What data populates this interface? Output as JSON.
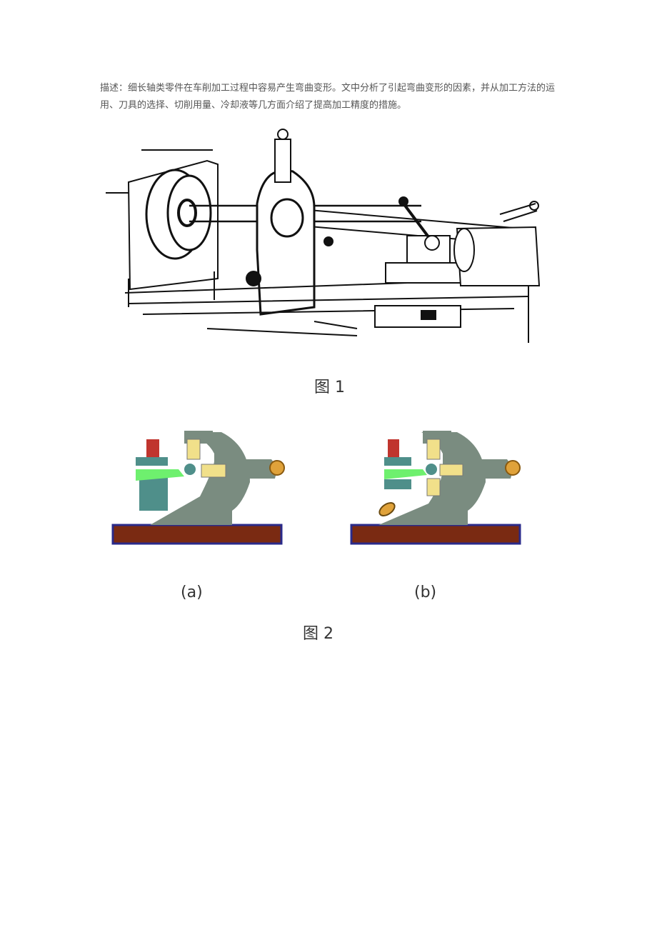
{
  "document": {
    "description": "描述：细长轴类零件在车削加工过程中容易产生弯曲变形。文中分析了引起弯曲变形的因素，并从加工方法的运用、刀具的选择、切削用量、冷却液等几方面介绍了提高加工精度的措施。"
  },
  "figure1": {
    "caption": "图 1"
  },
  "figure2": {
    "caption": "图 2",
    "sub_a": "(a)",
    "sub_b": "(b)"
  },
  "colors": {
    "base_wood": "#7a2a12",
    "base_border": "#2a2a8a",
    "frame_gray": "#7a8c80",
    "tool_green": "#6ef06e",
    "holder_teal": "#4f8f8a",
    "roller_yellow": "#f1e08a",
    "knob_red": "#c0352e",
    "knob_orange": "#e0a23a"
  }
}
